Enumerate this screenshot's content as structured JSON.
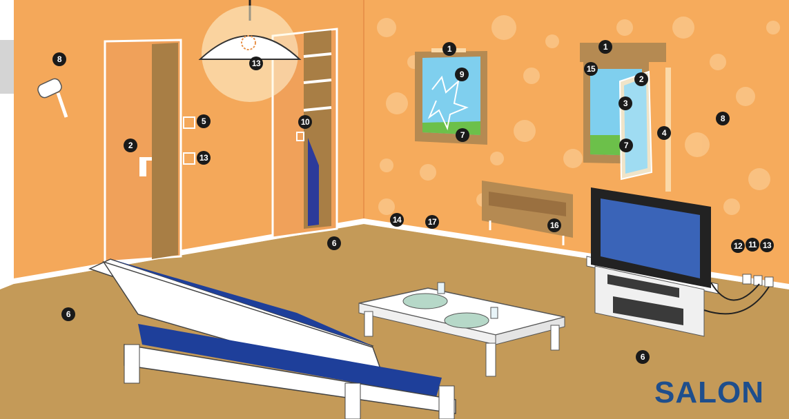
{
  "room_title": "SALON",
  "markers": [
    {
      "id": "m1",
      "label": "8"
    },
    {
      "id": "m2",
      "label": "13"
    },
    {
      "id": "m3",
      "label": "2"
    },
    {
      "id": "m4",
      "label": "5"
    },
    {
      "id": "m5",
      "label": "13"
    },
    {
      "id": "m6",
      "label": "10"
    },
    {
      "id": "m7",
      "label": "6"
    },
    {
      "id": "m8",
      "label": "6"
    },
    {
      "id": "m9",
      "label": "1"
    },
    {
      "id": "m10",
      "label": "9"
    },
    {
      "id": "m11",
      "label": "7"
    },
    {
      "id": "m12",
      "label": "1"
    },
    {
      "id": "m13",
      "label": "15"
    },
    {
      "id": "m14",
      "label": "2"
    },
    {
      "id": "m15",
      "label": "3"
    },
    {
      "id": "m16",
      "label": "4"
    },
    {
      "id": "m17",
      "label": "7"
    },
    {
      "id": "m18",
      "label": "8"
    },
    {
      "id": "m19",
      "label": "14"
    },
    {
      "id": "m20",
      "label": "17"
    },
    {
      "id": "m21",
      "label": "16"
    },
    {
      "id": "m22",
      "label": "12"
    },
    {
      "id": "m23",
      "label": "11"
    },
    {
      "id": "m24",
      "label": "13"
    },
    {
      "id": "m25",
      "label": "6"
    }
  ],
  "colors": {
    "wall": "#f4a85a",
    "wall_right": "#f6ab5c",
    "floor": "#c49a58",
    "trim": "#ffffff",
    "title": "#1e4e8c",
    "marker": "#1a1a1a",
    "sofa_fabric": "#1e3f9a",
    "window_sky": "#7fcfee",
    "tv_screen": "#3a64b8"
  }
}
